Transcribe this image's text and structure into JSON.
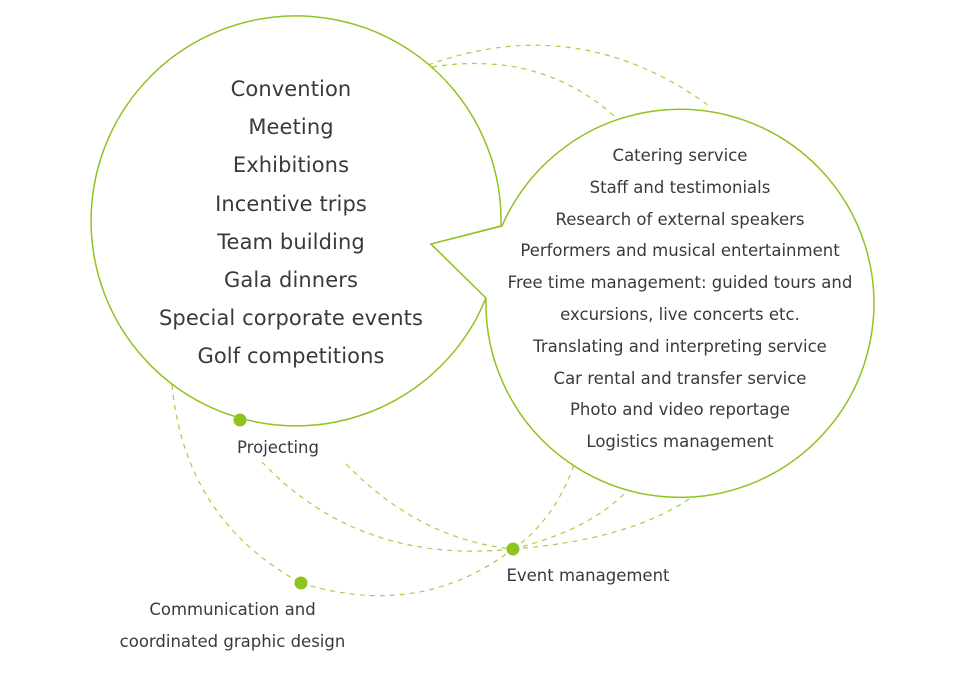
{
  "colors": {
    "accent": "#8fc31f",
    "line": "#a6cf45",
    "text": "#3a3a3a"
  },
  "left_bubble": {
    "items": [
      "Convention",
      "Meeting",
      "Exhibitions",
      "Incentive trips",
      "Team building",
      "Gala dinners",
      "Special corporate events",
      "Golf competitions"
    ]
  },
  "right_bubble": {
    "items": [
      "Catering service",
      "Staff and testimonials",
      "Research of external speakers",
      "Performers and musical entertainment",
      "Free time management: guided tours and",
      "excursions, live concerts etc.",
      "Translating and interpreting service",
      "Car rental and transfer service",
      "Photo and video reportage",
      "Logistics management"
    ]
  },
  "nodes": {
    "projecting": "Projecting",
    "event_management": "Event management",
    "communication_line1": "Communication and",
    "communication_line2": "coordinated graphic design"
  }
}
